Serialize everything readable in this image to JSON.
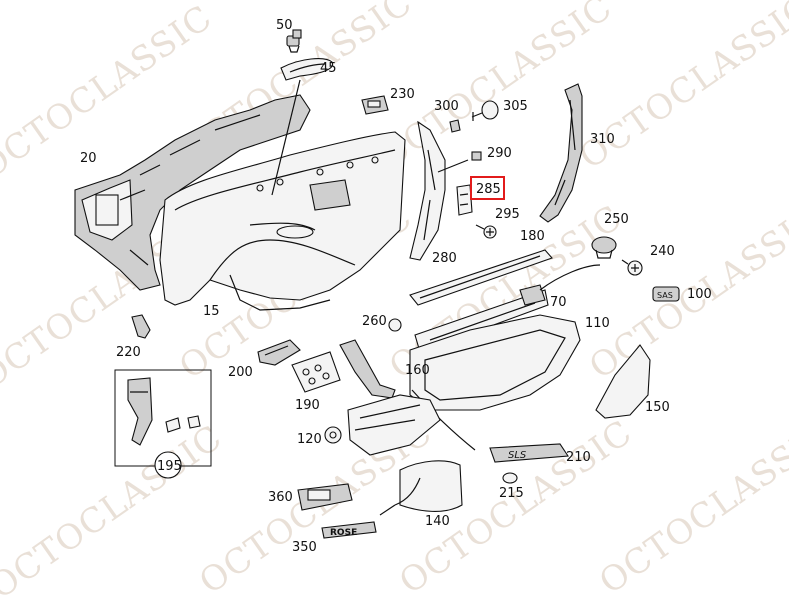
{
  "watermark_text": "OCTOCLASSIC",
  "highlighted_part": "285",
  "highlight_color": "#e21b1b",
  "labels": {
    "p50": "50",
    "p45": "45",
    "p230": "230",
    "p300": "300",
    "p305": "305",
    "p310": "310",
    "p290": "290",
    "p285": "285",
    "p295": "295",
    "p20": "20",
    "p180": "180",
    "p250": "250",
    "p240": "240",
    "p280": "280",
    "p100": "100",
    "p15": "15",
    "p70": "70",
    "p260": "260",
    "p110": "110",
    "p220": "220",
    "p200": "200",
    "p160": "160",
    "p150": "150",
    "p190": "190",
    "p120": "120",
    "p195": "195",
    "p210": "210",
    "p360": "360",
    "p215": "215",
    "p140": "140",
    "p350": "350"
  },
  "badges": {
    "sas": "SAS",
    "rose": "ROSE",
    "sl": "SLS"
  }
}
